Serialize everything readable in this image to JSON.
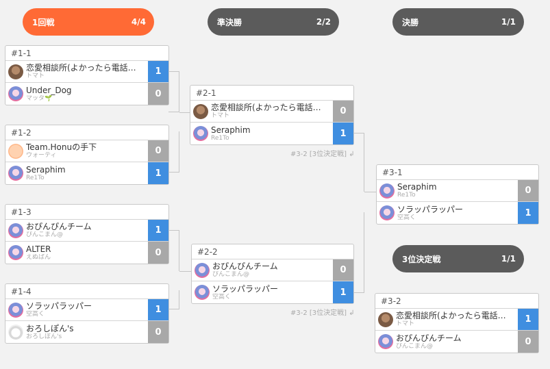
{
  "rounds": [
    {
      "title": "1回戦",
      "count": "4/4"
    },
    {
      "title": "準決勝",
      "count": "2/2"
    },
    {
      "title": "決勝",
      "count": "1/1"
    },
    {
      "title": "3位決定戦",
      "count": "1/1"
    }
  ],
  "matches": [
    {
      "id": "#1-1",
      "teams": [
        {
          "name": "恋愛相談所(よかったら電話…",
          "player": "トマト",
          "score": "1",
          "avatar": "photo-avatar"
        },
        {
          "name": "Under_Dog",
          "player": "マッタ🌱",
          "score": "0",
          "avatar": "anime-avatar"
        }
      ]
    },
    {
      "id": "#1-2",
      "teams": [
        {
          "name": "Team.Honuの手下",
          "player": "ウォーティ",
          "score": "0",
          "avatar": "face-avatar"
        },
        {
          "name": "Seraphim",
          "player": "Re1To",
          "score": "1",
          "avatar": "anime-avatar"
        }
      ]
    },
    {
      "id": "#1-3",
      "teams": [
        {
          "name": "おぴんぴんチーム",
          "player": "ぴんこまん@",
          "score": "1",
          "avatar": "anime-avatar"
        },
        {
          "name": "ALTER",
          "player": "えぬぱん",
          "score": "0",
          "avatar": "anime-avatar"
        }
      ]
    },
    {
      "id": "#1-4",
      "teams": [
        {
          "name": "ソラッパラッパー",
          "player": "空高く",
          "score": "1",
          "avatar": "anime-avatar"
        },
        {
          "name": "おろしぽん's",
          "player": "おろしぽん's",
          "score": "0",
          "avatar": "cat-avatar"
        }
      ]
    },
    {
      "id": "#2-1",
      "teams": [
        {
          "name": "恋愛相談所(よかったら電話…",
          "player": "トマト",
          "score": "0",
          "avatar": "photo-avatar"
        },
        {
          "name": "Seraphim",
          "player": "Re1To",
          "score": "1",
          "avatar": "anime-avatar"
        }
      ]
    },
    {
      "id": "#2-2",
      "teams": [
        {
          "name": "おぴんぴんチーム",
          "player": "ぴんこまん@",
          "score": "0",
          "avatar": "anime-avatar"
        },
        {
          "name": "ソラッパラッパー",
          "player": "空高く",
          "score": "1",
          "avatar": "anime-avatar"
        }
      ]
    },
    {
      "id": "#3-1",
      "teams": [
        {
          "name": "Seraphim",
          "player": "Re1To",
          "score": "0",
          "avatar": "anime-avatar"
        },
        {
          "name": "ソラッパラッパー",
          "player": "空高く",
          "score": "1",
          "avatar": "anime-avatar"
        }
      ]
    },
    {
      "id": "#3-2",
      "teams": [
        {
          "name": "恋愛相談所(よかったら電話…",
          "player": "トマト",
          "score": "1",
          "avatar": "photo-avatar"
        },
        {
          "name": "おぴんぴんチーム",
          "player": "ぴんこまん@",
          "score": "0",
          "avatar": "anime-avatar"
        }
      ]
    }
  ],
  "third_place_links": [
    "#3-2 [3位決定戦] ↲",
    "#3-2 [3位決定戦] ↲"
  ],
  "colors": {
    "first_round_header": "#ff6a35",
    "other_round_header": "#5b5b5b",
    "win_score": "#3f8ee0",
    "lose_score": "#a8a8a8"
  }
}
